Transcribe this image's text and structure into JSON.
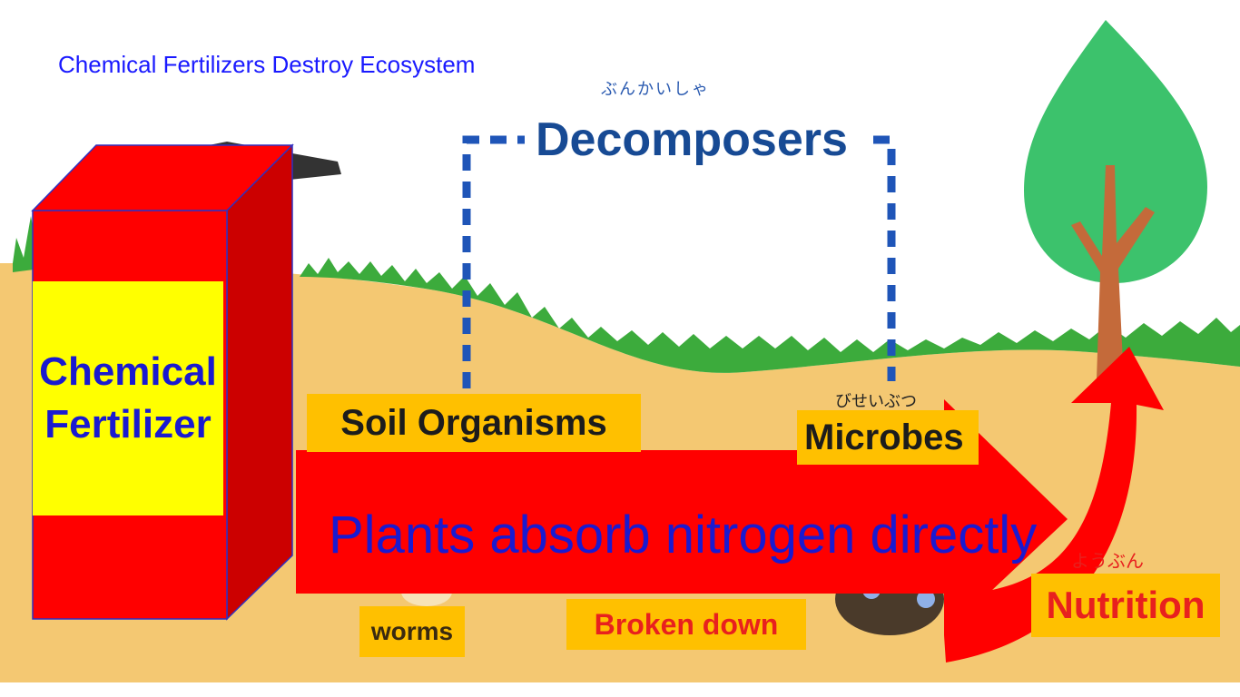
{
  "title": "Chemical Fertilizers Destroy Ecosystem",
  "decomposers": {
    "kana": "ぶんかいしゃ",
    "label": "Decomposers"
  },
  "soil_organisms": {
    "label": "Soil Organisms"
  },
  "microbes": {
    "kana": "びせいぶつ",
    "label": "Microbes"
  },
  "worms": {
    "label": "worms"
  },
  "broken_down": {
    "label": "Broken down"
  },
  "nutrition": {
    "kana": "ようぶん",
    "label": "Nutrition"
  },
  "fertilizer_box": {
    "line1": "Chemical",
    "line2": "Fertilizer"
  },
  "arrow": {
    "text": "Plants absorb nitrogen directly"
  },
  "colors": {
    "ground": "#f4c872",
    "grass": "#3cab3c",
    "tree_crown": "#3cc26c",
    "tree_trunk": "#c46a3a",
    "arrow": "#ff0000",
    "label_bg": "#ffc000",
    "dashed_bracket": "#1f55b8",
    "box_red": "#ff0000",
    "box_yellow": "#ffff00"
  }
}
